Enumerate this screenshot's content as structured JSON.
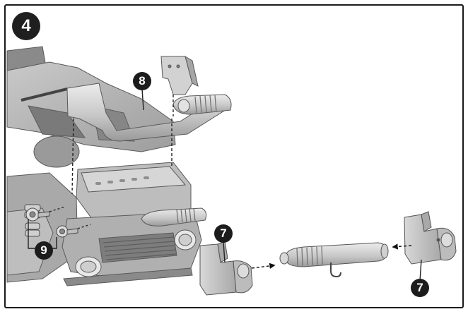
{
  "step": {
    "number": "4"
  },
  "callouts": {
    "bumper": "8",
    "screws": "9",
    "bracket_left": "7",
    "bracket_right": "7"
  },
  "colors": {
    "part_fill": "#d4d4d4",
    "part_dark": "#8c8c8c",
    "outline": "#555555",
    "badge": "#1f1f1f"
  }
}
